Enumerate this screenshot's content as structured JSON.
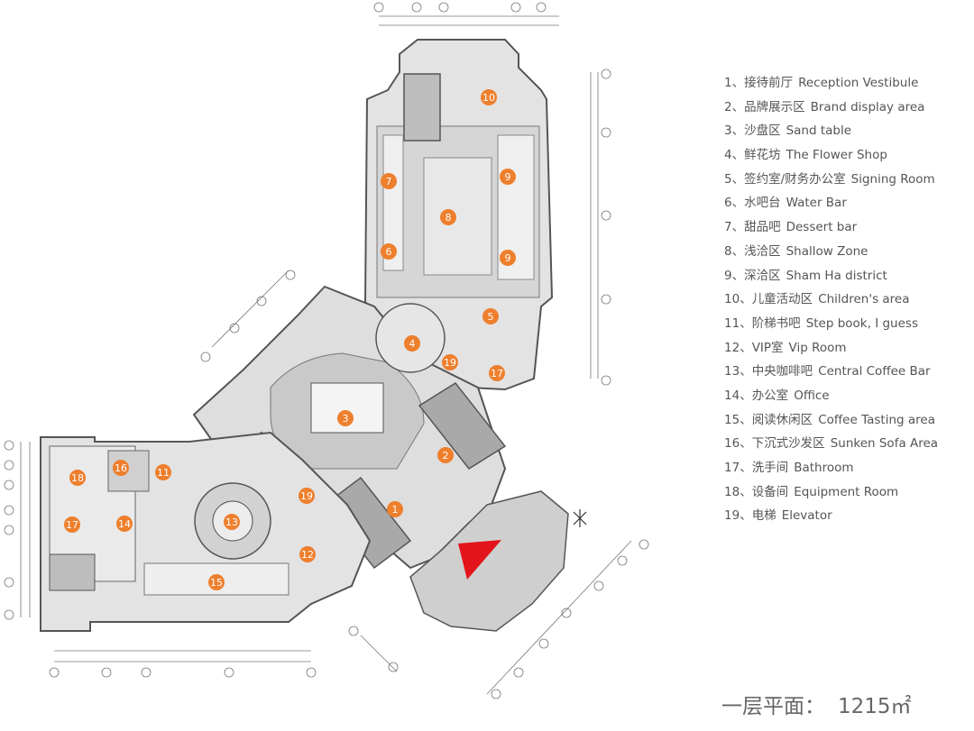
{
  "legend": [
    {
      "num": "1",
      "sep": "、",
      "cn": "接待前厅",
      "en": "Reception Vestibule"
    },
    {
      "num": "2",
      "sep": "、",
      "cn": "品牌展示区",
      "en": "Brand display area"
    },
    {
      "num": "3",
      "sep": "、",
      "cn": "沙盘区",
      "en": "Sand table"
    },
    {
      "num": "4",
      "sep": "、",
      "cn": "鲜花坊",
      "en": "The Flower Shop"
    },
    {
      "num": "5",
      "sep": "、",
      "cn": "签约室/财务办公室",
      "en": "Signing Room"
    },
    {
      "num": "6",
      "sep": "、",
      "cn": "水吧台",
      "en": "Water Bar"
    },
    {
      "num": "7",
      "sep": "、",
      "cn": "甜品吧",
      "en": "Dessert bar"
    },
    {
      "num": "8",
      "sep": "、",
      "cn": "浅洽区",
      "en": "Shallow Zone"
    },
    {
      "num": "9",
      "sep": "、",
      "cn": "深洽区",
      "en": "Sham Ha district"
    },
    {
      "num": "10",
      "sep": "、",
      "cn": "儿童活动区",
      "en": "Children's area"
    },
    {
      "num": "11",
      "sep": "、",
      "cn": "阶梯书吧",
      "en": "Step book, I guess"
    },
    {
      "num": "12",
      "sep": "、",
      "cn": "VIP室",
      "en": "Vip Room"
    },
    {
      "num": "13",
      "sep": "、",
      "cn": "中央咖啡吧",
      "en": "Central Coffee Bar"
    },
    {
      "num": "14",
      "sep": "、",
      "cn": "办公室",
      "en": "Office"
    },
    {
      "num": "15",
      "sep": "、",
      "cn": "阅读休闲区",
      "en": "Coffee Tasting area"
    },
    {
      "num": "16",
      "sep": "、",
      "cn": "下沉式沙发区",
      "en": "Sunken Sofa Area"
    },
    {
      "num": "17",
      "sep": "、",
      "cn": "洗手间",
      "en": "Bathroom"
    },
    {
      "num": "18",
      "sep": "、",
      "cn": "设备间",
      "en": "Equipment Room"
    },
    {
      "num": "19",
      "sep": "、",
      "cn": "电梯",
      "en": "Elevator"
    }
  ],
  "area_title": {
    "label": "一层平面：",
    "value": "1215㎡"
  },
  "markers": [
    "1",
    "2",
    "3",
    "4",
    "5",
    "6",
    "7",
    "8",
    "9",
    "9",
    "10",
    "11",
    "12",
    "13",
    "14",
    "15",
    "16",
    "17",
    "17",
    "18",
    "19",
    "19"
  ],
  "colors": {
    "marker": "#EE7F2D",
    "entrance": "#E3141B",
    "wall": "#555555",
    "floor": "#DCDCDC",
    "text": "#555555"
  }
}
